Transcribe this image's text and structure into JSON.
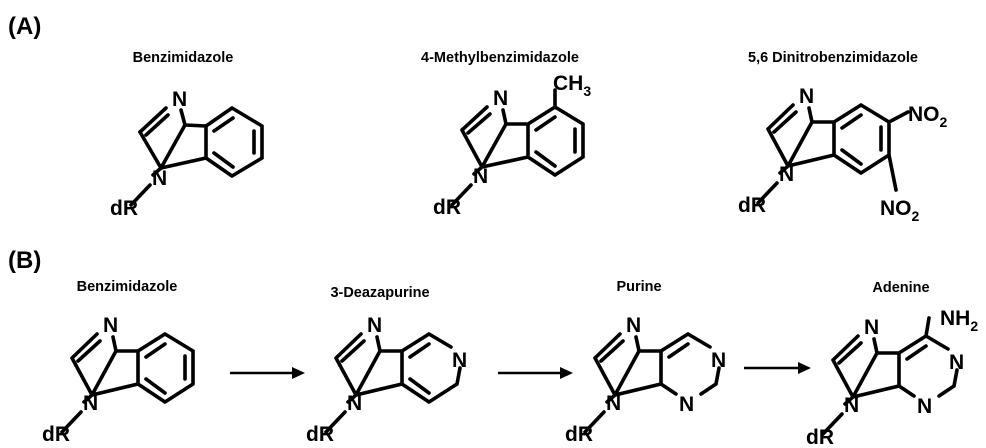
{
  "panels": [
    {
      "label": "(A)",
      "molecules": [
        {
          "name": "Benzimidazole",
          "ring_n": "N",
          "sugar_n": "N",
          "sugar": "dR"
        },
        {
          "name": "4-Methylbenzimidazole",
          "ring_n": "N",
          "sugar_n": "N",
          "sugar": "dR",
          "methyl_main": "CH",
          "methyl_sub": "3"
        },
        {
          "name": "5,6 Dinitrobenzimidazole",
          "ring_n": "N",
          "sugar_n": "N",
          "sugar": "dR",
          "nitro1_main": "NO",
          "nitro1_sub": "2",
          "nitro2_main": "NO",
          "nitro2_sub": "2"
        }
      ]
    },
    {
      "label": "(B)",
      "molecules": [
        {
          "name": "Benzimidazole",
          "ring_n": "N",
          "sugar_n": "N",
          "sugar": "dR"
        },
        {
          "name": "3-Deazapurine",
          "ring_n": "N",
          "sugar_n": "N",
          "sugar": "dR",
          "six_n": "N"
        },
        {
          "name": "Purine",
          "ring_n": "N",
          "sugar_n": "N",
          "sugar": "dR",
          "six_n1": "N",
          "six_n3": "N"
        },
        {
          "name": "Adenine",
          "ring_n": "N",
          "sugar_n": "N",
          "sugar": "dR",
          "six_n1": "N",
          "six_n3": "N",
          "amine_main": "NH",
          "amine_sub": "2"
        }
      ]
    }
  ]
}
